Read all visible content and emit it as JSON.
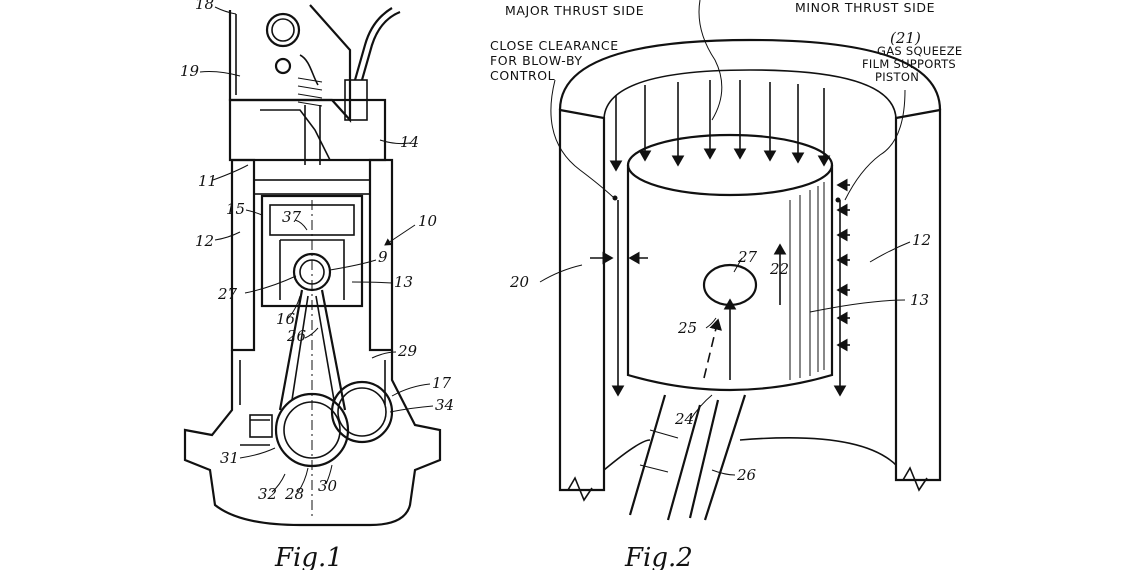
{
  "fig1": {
    "caption": "Fig.1",
    "numbers": {
      "n18": "18",
      "n19": "19",
      "n14": "14",
      "n11": "11",
      "n15": "15",
      "n12": "12",
      "n37": "37",
      "n10": "10",
      "n9": "9",
      "n27": "27",
      "n13": "13",
      "n16": "16",
      "n26": "26",
      "n29": "29",
      "n17": "17",
      "n34": "34",
      "n31": "31",
      "n32": "32",
      "n28": "28",
      "n30": "30"
    }
  },
  "fig2": {
    "caption": "Fig.2",
    "major_thrust": "MAJOR THRUST SIDE",
    "minor_thrust": "MINOR THRUST SIDE",
    "close_clearance": [
      "CLOSE CLEARANCE",
      "FOR BLOW-BY",
      "CONTROL"
    ],
    "gas_squeeze_num": "(21)",
    "gas_squeeze": [
      "GAS SQUEEZE",
      "FILM SUPPORTS",
      "PISTON"
    ],
    "numbers": {
      "n20": "20",
      "n27": "27",
      "n22": "22",
      "n12": "12",
      "n13": "13",
      "n25": "25",
      "n24": "24",
      "n26": "26"
    }
  }
}
